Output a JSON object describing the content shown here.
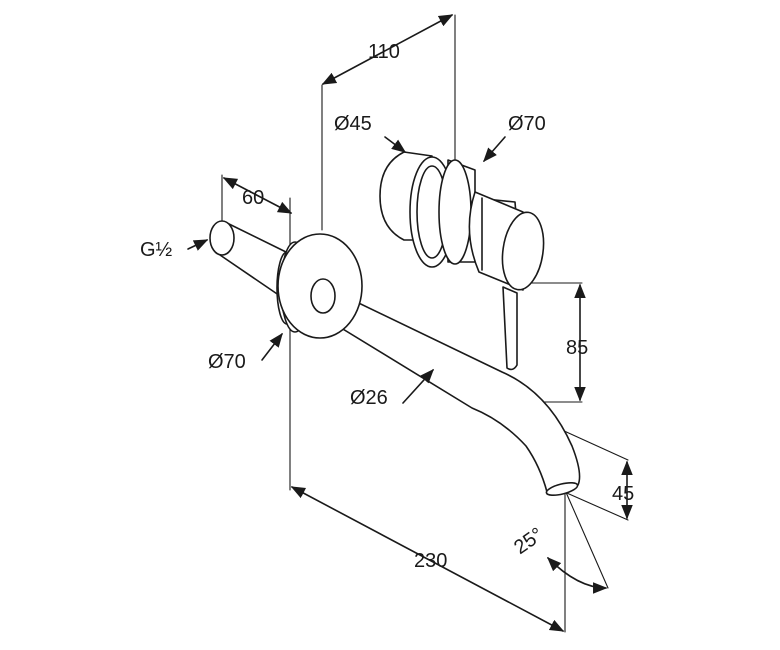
{
  "dimensions": {
    "mixer_projection": "110",
    "handle_diameter": "Ø45",
    "mixer_rosette_diameter": "Ø70",
    "inlet_length": "60",
    "thread": "G½",
    "spout_rosette_diameter": "Ø70",
    "spout_diameter": "Ø26",
    "height_offset": "85",
    "outlet_height": "45",
    "spout_angle": "25°",
    "spout_reach": "230"
  }
}
